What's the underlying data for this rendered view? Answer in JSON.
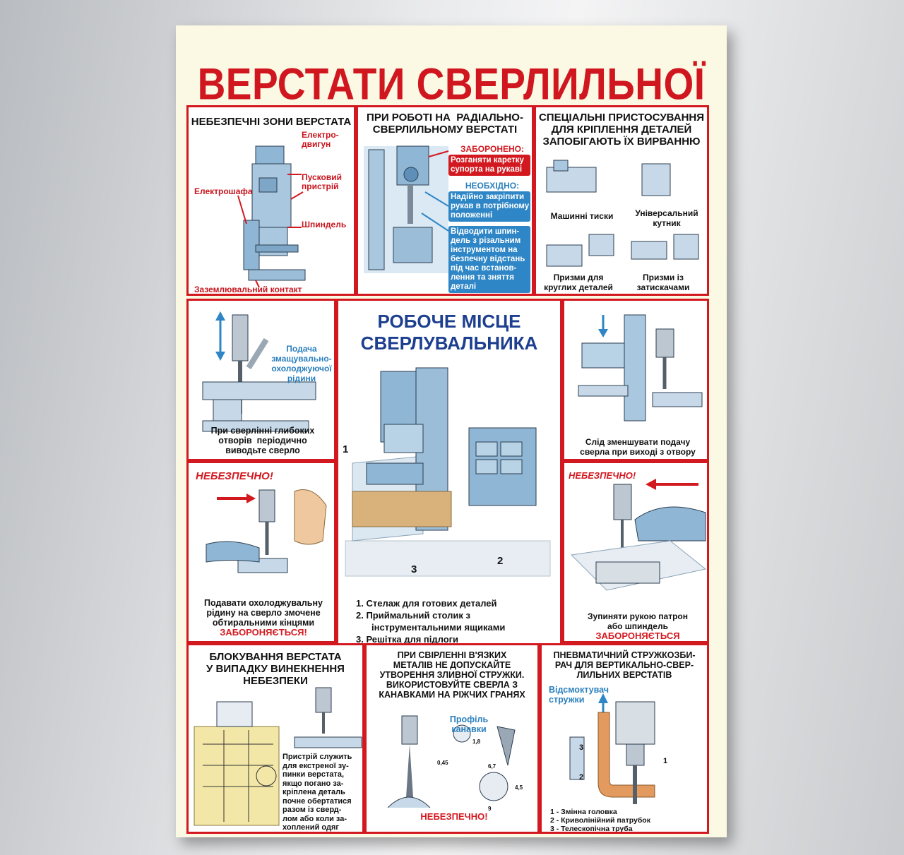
{
  "title": "ВЕРСТАТИ СВЕРЛИЛЬНОЇ ГРУПИ",
  "p1": {
    "title": "НЕБЕЗПЕЧНІ ЗОНИ ВЕРСТАТА",
    "l_motor": "Електро-\nдвигун",
    "l_start": "Пусковий\nпристрій",
    "l_cabinet": "Електрошафа",
    "l_spindle": "Шпиндель",
    "l_ground": "Заземлювальний контакт"
  },
  "p2": {
    "title": "ПРИ РОБОТІ НА  РАДІАЛЬНО-\nСВЕРЛИЛЬНОМУ ВЕРСТАТІ",
    "forbidden": "ЗАБОРОНЕНО:",
    "forbidden_item": "Розганяти каретку\nсупорта на рукаві",
    "required": "НЕОБХІДНО:",
    "req1": "Надійно закріпити\nрукав в потрібному\nположенні",
    "req2": "Відводити шпин-\nдель з різальним\nінструментом на\nбезпечну відстань\nпід час встанов-\nлення та зняття\nдеталі"
  },
  "p3": {
    "title": "СПЕЦІАЛЬНІ ПРИСТОСУВАННЯ\nДЛЯ КРІПЛЕННЯ ДЕТАЛЕЙ\nЗАПОБІГАЮТЬ ЇХ ВИРВАННЮ",
    "l1": "Машинні тиски",
    "l2": "Універсальний\nкутник",
    "l3": "Призми для\nкруглих деталей",
    "l4": "Призми із\nзатискачами"
  },
  "p4": {
    "coolant": "Подача\nзмащувально-\nохолоджуючої\nрідини",
    "caption": "При сверлінні глибоких\nотворів  періодично\nвиводьте сверло"
  },
  "center": {
    "title": "РОБОЧЕ МІСЦЕ\nСВЕРЛУВАЛЬНИКА",
    "n1": "1",
    "n2": "2",
    "n3": "3",
    "items": [
      "1.  Стелаж для готових деталей",
      "2.  Приймальний столик з\nінструментальними ящиками",
      "3.  Решітка для підлоги"
    ]
  },
  "p6": {
    "caption": "Слід зменшувати подачу\nсверла при виході з отвору"
  },
  "p7": {
    "danger": "НЕБЕЗПЕЧНО!",
    "caption": "Подавати охолоджувальну\nрідину на сверло змочене\nобтиральними кінцями",
    "forbidden": "ЗАБОРОНЯЄТЬСЯ!"
  },
  "p8": {
    "danger": "НЕБЕЗПЕЧНО!",
    "caption": "Зупиняти рукою патрон\nабо шпиндель",
    "forbidden": "ЗАБОРОНЯЄТЬСЯ"
  },
  "p9": {
    "title": "БЛОКУВАННЯ ВЕРСТАТА\nУ ВИПАДКУ ВИНЕКНЕННЯ\nНЕБЕЗПЕКИ",
    "desc": "Пристрій служить\nдля екстреної зу-\nпинки верстата,\nякщо погано за-\nкріплена деталь\nпочне обертатися\nразом із сверд-\nлом або коли за-\nхоплений одяг\nверстатника"
  },
  "p10": {
    "title": "ПРИ СВІРЛЕННІ В'ЯЗКИХ\nМЕТАЛІВ НЕ ДОПУСКАЙТЕ\nУТВОРЕННЯ ЗЛИВНОЇ СТРУЖКИ.\nВИКОРИСТОВУЙТЕ СВЕРЛА З\nКАНАВКАМИ НА РІЖЧИХ ГРАНЯХ",
    "profile": "Профіль\nканавки",
    "d1": "1,8",
    "d2": "0,45",
    "d3": "6,7",
    "d4": "4,5",
    "d5": "9",
    "danger": "НЕБЕЗПЕЧНО!"
  },
  "p11": {
    "title": "ПНЕВМАТИЧНИЙ СТРУЖКОЗБИ-\nРАЧ ДЛЯ ВЕРТИКАЛЬНО-СВЕР-\nЛИЛЬНИХ ВЕРСТАТІВ",
    "suction": "Відсмоктувач\nстружки",
    "n1": "1",
    "n2": "2",
    "n3": "3",
    "legend": [
      "1 - Змінна головка",
      "2 - Криволінійний патрубок",
      "3 - Телескопічна труба"
    ]
  },
  "colors": {
    "red": "#d31920",
    "blue": "#2e86c6",
    "poster": "#fbf8e3"
  }
}
